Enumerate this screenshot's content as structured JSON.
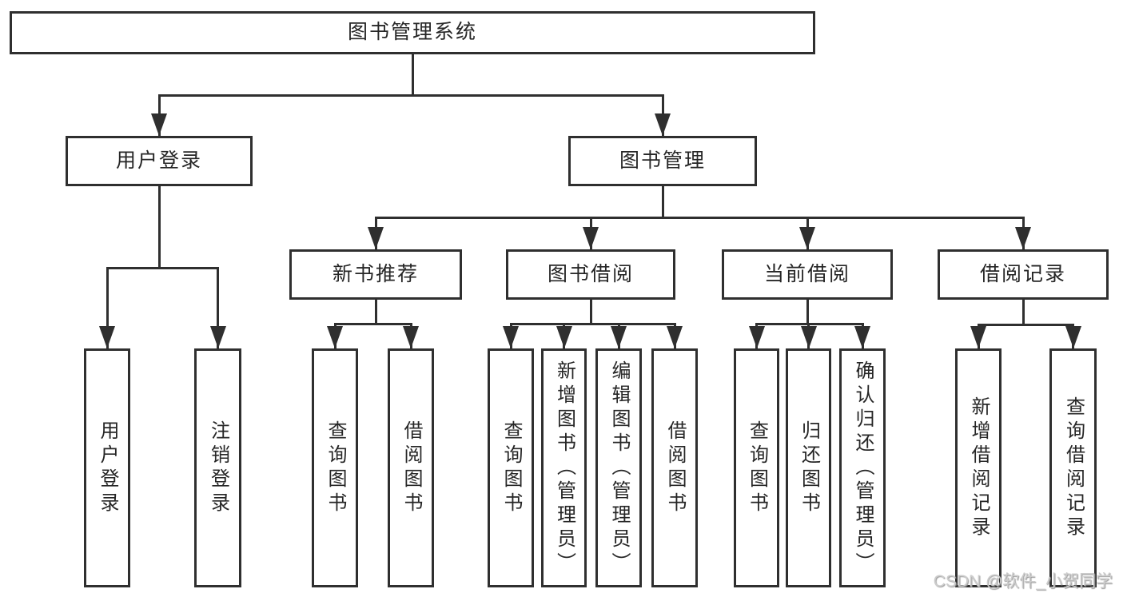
{
  "diagram": {
    "type": "hierarchy-tree",
    "title": "图书管理系统",
    "nodes": {
      "root": "图书管理系统",
      "user-login": "用户登录",
      "book-mgmt": "图书管理",
      "new-book-rec": "新书推荐",
      "book-borrow": "图书借阅",
      "current-borrow": "当前借阅",
      "borrow-records": "借阅记录",
      "leaf-user-login": "用户登录",
      "leaf-logout": "注销登录",
      "leaf-nb-query": "查询图书",
      "leaf-nb-borrow": "借阅图书",
      "leaf-bb-query": "查询图书",
      "leaf-bb-add": "新增图书（管理员）",
      "leaf-bb-edit": "编辑图书（管理员）",
      "leaf-bb-borrow": "借阅图书",
      "leaf-cb-query": "查询图书",
      "leaf-cb-return": "归还图书",
      "leaf-cb-confirm": "确认归还（管理员）",
      "leaf-br-add": "新增借阅记录",
      "leaf-br-query": "查询借阅记录"
    },
    "edges": [
      {
        "parent": "root",
        "children": [
          "user-login",
          "book-mgmt"
        ]
      },
      {
        "parent": "user-login",
        "children": [
          "leaf-user-login",
          "leaf-logout"
        ]
      },
      {
        "parent": "book-mgmt",
        "children": [
          "new-book-rec",
          "book-borrow",
          "current-borrow",
          "borrow-records"
        ]
      },
      {
        "parent": "new-book-rec",
        "children": [
          "leaf-nb-query",
          "leaf-nb-borrow"
        ]
      },
      {
        "parent": "book-borrow",
        "children": [
          "leaf-bb-query",
          "leaf-bb-add",
          "leaf-bb-edit",
          "leaf-bb-borrow"
        ]
      },
      {
        "parent": "current-borrow",
        "children": [
          "leaf-cb-query",
          "leaf-cb-return",
          "leaf-cb-confirm"
        ]
      },
      {
        "parent": "borrow-records",
        "children": [
          "leaf-br-add",
          "leaf-br-query"
        ]
      }
    ]
  },
  "watermark": {
    "text": "CSDN @软件_小贺同学"
  },
  "colors": {
    "line": "#2f2f2f",
    "box_border": "#2f2f2f",
    "box_fill": "#ffffff",
    "text": "#262626",
    "background": "#ffffff",
    "watermark": "#cccccc"
  }
}
